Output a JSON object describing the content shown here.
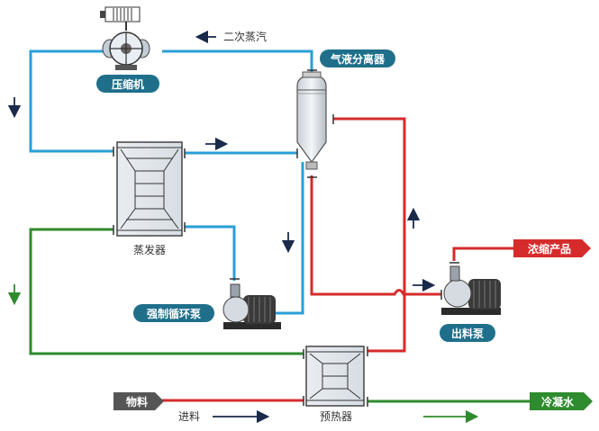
{
  "labels": {
    "compressor": "压缩机",
    "secondary_steam": "二次蒸汽",
    "separator": "气液分离器",
    "evaporator": "蒸发器",
    "circulation_pump": "强制循环泵",
    "concentrate": "浓缩产品",
    "discharge_pump": "出料泵",
    "material": "物料",
    "feed": "进料",
    "preheater": "预热器",
    "condensate": "冷凝水"
  },
  "colors": {
    "steam": "#2a9fd6",
    "liquid": "#d62b2b",
    "feed_green": "#2e8b2e",
    "label_pill": "#1f6f8b",
    "arrow_dark": "#1a2a4a"
  }
}
